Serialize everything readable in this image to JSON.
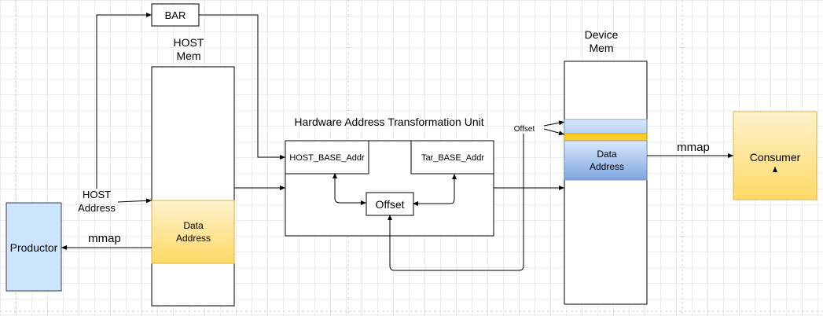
{
  "labels": {
    "bar": "BAR",
    "host_mem": [
      "HOST",
      "Mem"
    ],
    "device_mem": [
      "Device",
      "Mem"
    ],
    "unit_title": "Hardware Address Transformation Unit",
    "host_base_addr": "HOST_BASE_Addr",
    "tar_base_addr": "Tar_BASE_Addr",
    "offset": "Offset",
    "offset_small": "Offset",
    "host_address": [
      "HOST",
      "Address"
    ],
    "host_data_address": [
      "Data",
      "Address"
    ],
    "device_data_address": [
      "Data",
      "Address"
    ],
    "productor": "Productor",
    "consumer": "Consumer",
    "mmap_left": "mmap",
    "mmap_right": "mmap"
  },
  "colors": {
    "productor_fill": "#cce5ff",
    "productor_stroke": "#36393d",
    "host_data_top": "#fff2cc",
    "host_data_bottom": "#ffd966",
    "device_data_top": "#dae8fc",
    "device_data_bottom": "#7ea6e0",
    "device_stripe": "#ffcd28",
    "device_stripe_border": "#d79b00",
    "consumer_top": "#fff2cc",
    "consumer_bottom": "#ffd966",
    "consumer_stroke": "#d6b656"
  }
}
